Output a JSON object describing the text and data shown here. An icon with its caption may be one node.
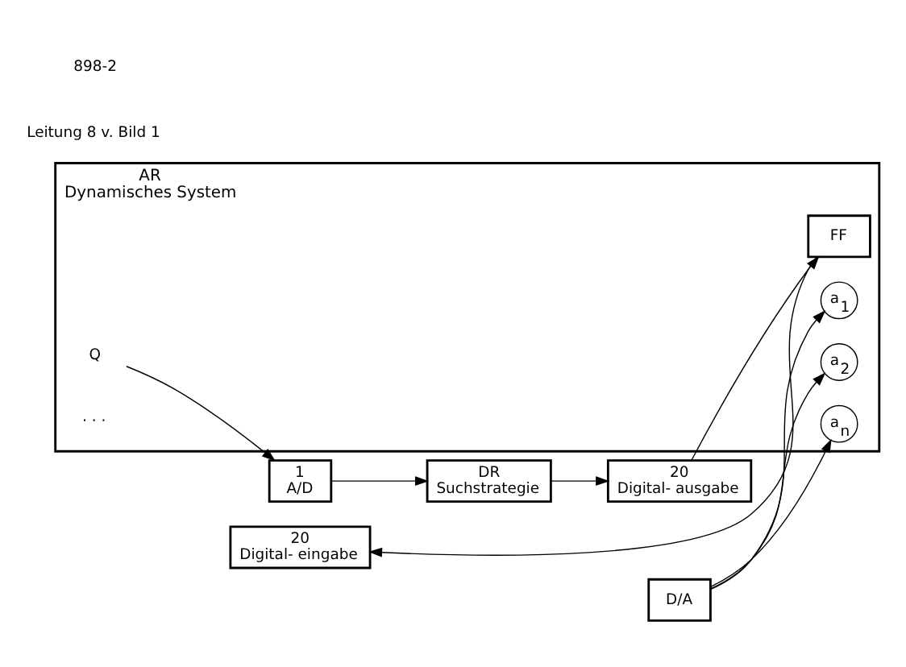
{
  "diagram": {
    "nodes": [
      {
        "text": [
          "AR",
          "Dynamisches System"
        ]
      },
      {
        "text": [
          "Q"
        ],
        "in": 0
      },
      {
        "text": [
          "FF"
        ],
        "in": 0
      },
      {
        "text": [
          "a$_{1}$"
        ],
        "in": 0
      },
      {
        "text": [
          "a$_{2}$"
        ],
        "in": 0
      },
      {
        "text": [
          "a$_{n}$"
        ],
        "in": 0
      },
      {
        "text": [
          "1",
          "A/D"
        ]
      },
      {
        "text": [
          "20",
          "Digital- eingabe"
        ]
      },
      {
        "text": [
          "DR",
          "Suchstrategie"
        ]
      },
      {
        "text": [
          "20",
          "Digital- ausgabe"
        ]
      },
      {
        "text": [
          "D/A"
        ]
      }
    ],
    "edges": [
      {
        "from": 1,
        "to": 6,
        "arrow": "to"
      },
      {
        "from": 2,
        "to": 7,
        "arrow": "to"
      },
      {
        "from": 6,
        "to": 8,
        "arrow": "to"
      },
      {
        "from": 8,
        "to": 9,
        "arrow": "to"
      },
      {
        "from": 9,
        "to": 2,
        "arrow": "to"
      },
      {
        "from": 10,
        "to": 3,
        "arrow": "to"
      },
      {
        "from": 10,
        "to": 4,
        "arrow": "to"
      },
      {
        "from": 10,
        "to": 5,
        "arrow": "to"
      }
    ],
    "labels": [
      "· · ·",
      "Leitung 8 v. Bild 1",
      "898-2"
    ]
  }
}
